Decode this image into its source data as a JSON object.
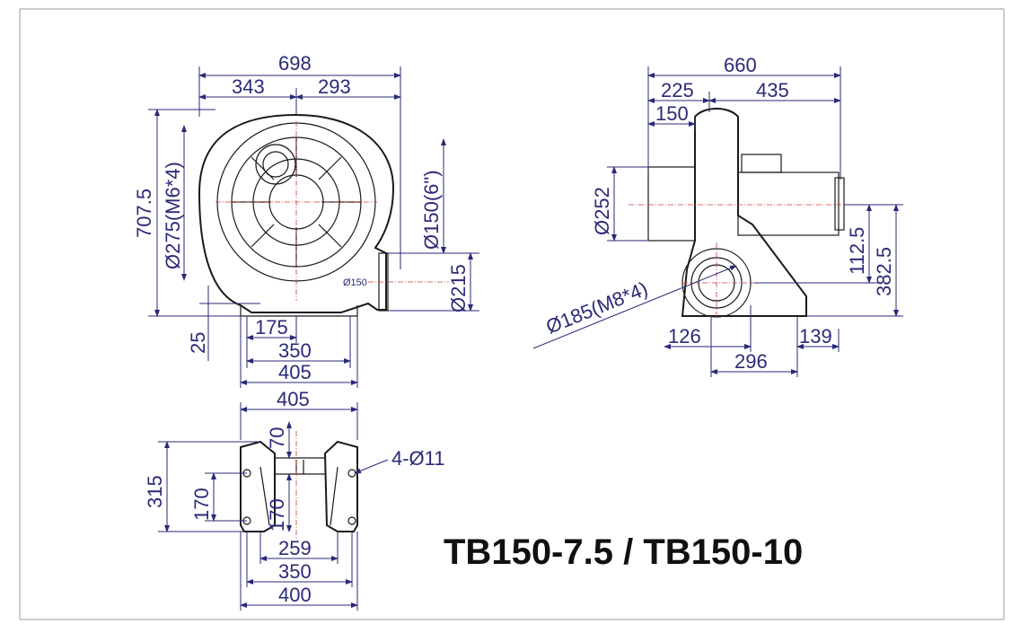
{
  "model_title": "TB150-7.5 / TB150-10",
  "front_view": {
    "overall_width": "698",
    "left_width": "343",
    "right_width": "293",
    "overall_height": "707.5",
    "inlet_flange": "Ø275(M6*4)",
    "outlet_diameter": "Ø150(6\")",
    "outlet_flange": "Ø215",
    "outlet_label": "Ø150",
    "base_height": "25",
    "base_offset": "175",
    "base_span": "350",
    "base_width": "405"
  },
  "side_view": {
    "overall_length": "660",
    "blower_length": "225",
    "motor_length": "435",
    "inlet_length": "150",
    "inlet_diameter": "Ø252",
    "outlet_flange": "Ø185(M8*4)",
    "outlet_height": "112.5",
    "center_height": "382.5",
    "base_front": "126",
    "base_length": "296",
    "base_rear": "139"
  },
  "base_view": {
    "top_width": "405",
    "depth": "315",
    "inner_170_left": "170",
    "inner_70": "70",
    "inner_170_center": "170",
    "holes": "4-Ø11",
    "inner_259": "259",
    "span_350": "350",
    "overall_400": "400"
  }
}
